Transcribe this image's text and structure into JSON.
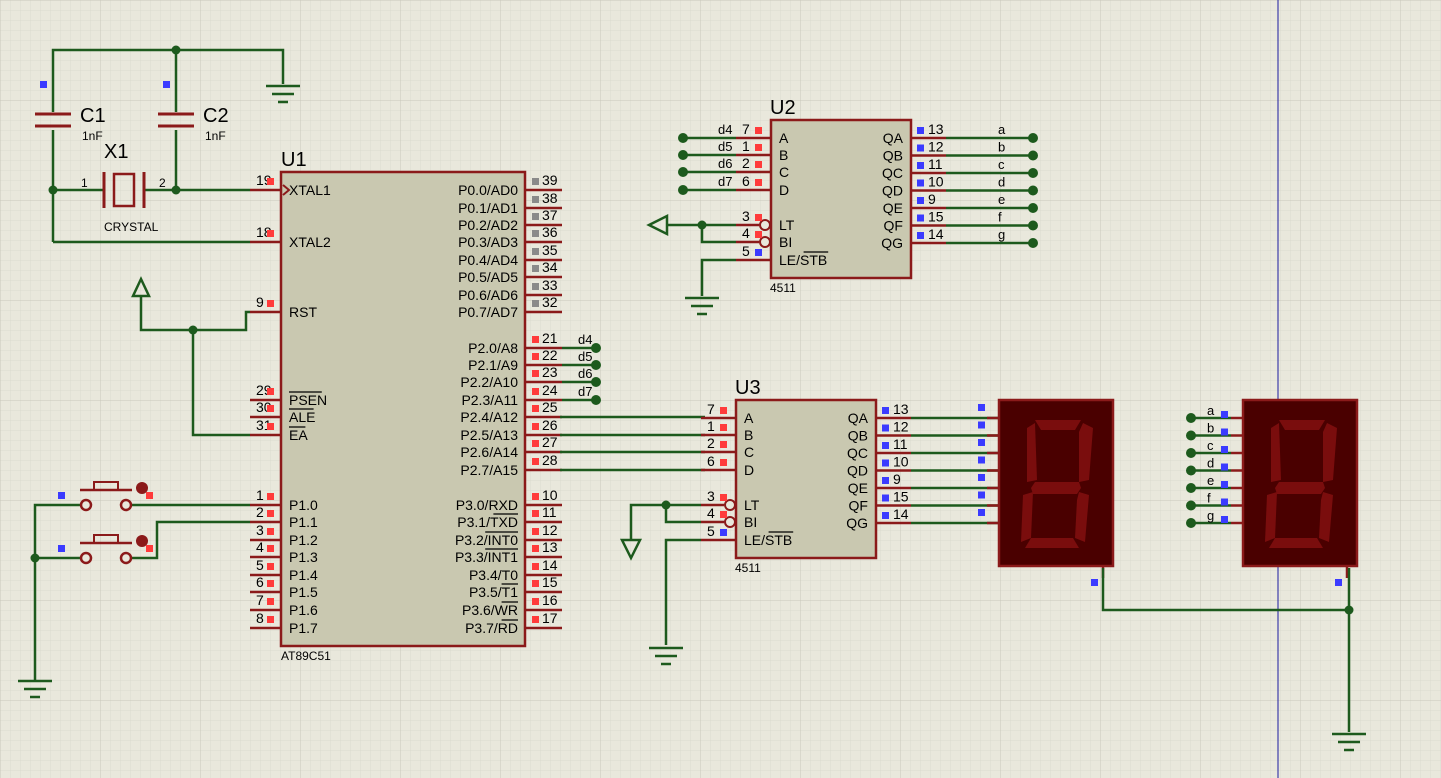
{
  "components": {
    "c1": {
      "ref": "C1",
      "value": "1nF"
    },
    "c2": {
      "ref": "C2",
      "value": "1nF"
    },
    "x1": {
      "ref": "X1",
      "value": "CRYSTAL",
      "pin1": "1",
      "pin2": "2"
    },
    "u1": {
      "ref": "U1",
      "part": "AT89C51",
      "left_pins": [
        {
          "num": "19",
          "label": "XTAL1"
        },
        {
          "num": "18",
          "label": "XTAL2"
        },
        {
          "num": "9",
          "label": "RST"
        },
        {
          "num": "29",
          "label": "PSEN"
        },
        {
          "num": "30",
          "label": "ALE"
        },
        {
          "num": "31",
          "label": "EA"
        },
        {
          "num": "1",
          "label": "P1.0"
        },
        {
          "num": "2",
          "label": "P1.1"
        },
        {
          "num": "3",
          "label": "P1.2"
        },
        {
          "num": "4",
          "label": "P1.3"
        },
        {
          "num": "5",
          "label": "P1.4"
        },
        {
          "num": "6",
          "label": "P1.5"
        },
        {
          "num": "7",
          "label": "P1.6"
        },
        {
          "num": "8",
          "label": "P1.7"
        }
      ],
      "right_pins": [
        {
          "num": "39",
          "label": "P0.0/AD0"
        },
        {
          "num": "38",
          "label": "P0.1/AD1"
        },
        {
          "num": "37",
          "label": "P0.2/AD2"
        },
        {
          "num": "36",
          "label": "P0.3/AD3"
        },
        {
          "num": "35",
          "label": "P0.4/AD4"
        },
        {
          "num": "34",
          "label": "P0.5/AD5"
        },
        {
          "num": "33",
          "label": "P0.6/AD6"
        },
        {
          "num": "32",
          "label": "P0.7/AD7"
        },
        {
          "num": "21",
          "label": "P2.0/A8"
        },
        {
          "num": "22",
          "label": "P2.1/A9"
        },
        {
          "num": "23",
          "label": "P2.2/A10"
        },
        {
          "num": "24",
          "label": "P2.3/A11"
        },
        {
          "num": "25",
          "label": "P2.4/A12"
        },
        {
          "num": "26",
          "label": "P2.5/A13"
        },
        {
          "num": "27",
          "label": "P2.6/A14"
        },
        {
          "num": "28",
          "label": "P2.7/A15"
        },
        {
          "num": "10",
          "label": "P3.0/RXD"
        },
        {
          "num": "11",
          "label": "P3.1/TXD"
        },
        {
          "num": "12",
          "label": "P3.2/INT0"
        },
        {
          "num": "13",
          "label": "P3.3/INT1"
        },
        {
          "num": "14",
          "label": "P3.4/T0"
        },
        {
          "num": "15",
          "label": "P3.5/T1"
        },
        {
          "num": "16",
          "label": "P3.6/WR"
        },
        {
          "num": "17",
          "label": "P3.7/RD"
        }
      ]
    },
    "u2": {
      "ref": "U2",
      "part": "4511",
      "left_pins": [
        {
          "num": "7",
          "label": "A"
        },
        {
          "num": "1",
          "label": "B"
        },
        {
          "num": "2",
          "label": "C"
        },
        {
          "num": "6",
          "label": "D"
        },
        {
          "num": "3",
          "label": "LT"
        },
        {
          "num": "4",
          "label": "BI"
        },
        {
          "num": "5",
          "label": "LE/STB"
        }
      ],
      "right_pins": [
        {
          "num": "13",
          "label": "QA"
        },
        {
          "num": "12",
          "label": "QB"
        },
        {
          "num": "11",
          "label": "QC"
        },
        {
          "num": "10",
          "label": "QD"
        },
        {
          "num": "9",
          "label": "QE"
        },
        {
          "num": "15",
          "label": "QF"
        },
        {
          "num": "14",
          "label": "QG"
        }
      ],
      "in_nets": [
        "d4",
        "d5",
        "d6",
        "d7"
      ],
      "out_nets": [
        "a",
        "b",
        "c",
        "d",
        "e",
        "f",
        "g"
      ]
    },
    "u3": {
      "ref": "U3",
      "part": "4511",
      "left_pins": [
        {
          "num": "7",
          "label": "A"
        },
        {
          "num": "1",
          "label": "B"
        },
        {
          "num": "2",
          "label": "C"
        },
        {
          "num": "6",
          "label": "D"
        },
        {
          "num": "3",
          "label": "LT"
        },
        {
          "num": "4",
          "label": "BI"
        },
        {
          "num": "5",
          "label": "LE/STB"
        }
      ],
      "right_pins": [
        {
          "num": "13",
          "label": "QA"
        },
        {
          "num": "12",
          "label": "QB"
        },
        {
          "num": "11",
          "label": "QC"
        },
        {
          "num": "10",
          "label": "QD"
        },
        {
          "num": "9",
          "label": "QE"
        },
        {
          "num": "15",
          "label": "QF"
        },
        {
          "num": "14",
          "label": "QG"
        }
      ]
    },
    "p2_nets": [
      "d4",
      "d5",
      "d6",
      "d7"
    ],
    "display2_nets": [
      "a",
      "b",
      "c",
      "d",
      "e",
      "f",
      "g"
    ]
  },
  "colors": {
    "background": "#e9e8dc",
    "grid": "#d2d1c4",
    "body_fill": "#c9c8b0",
    "body_stroke": "#8b1a1a",
    "wire": "#1d5a1d",
    "pin": "#8b1a1a",
    "pin_marker_red": "#ff3b3b",
    "pin_marker_blue": "#3b3bff",
    "pin_marker_gray": "#8a8a8a",
    "display_bg": "#4a0000",
    "segment": "#7a0d0d",
    "cursor_line": "#1a1aa0"
  }
}
